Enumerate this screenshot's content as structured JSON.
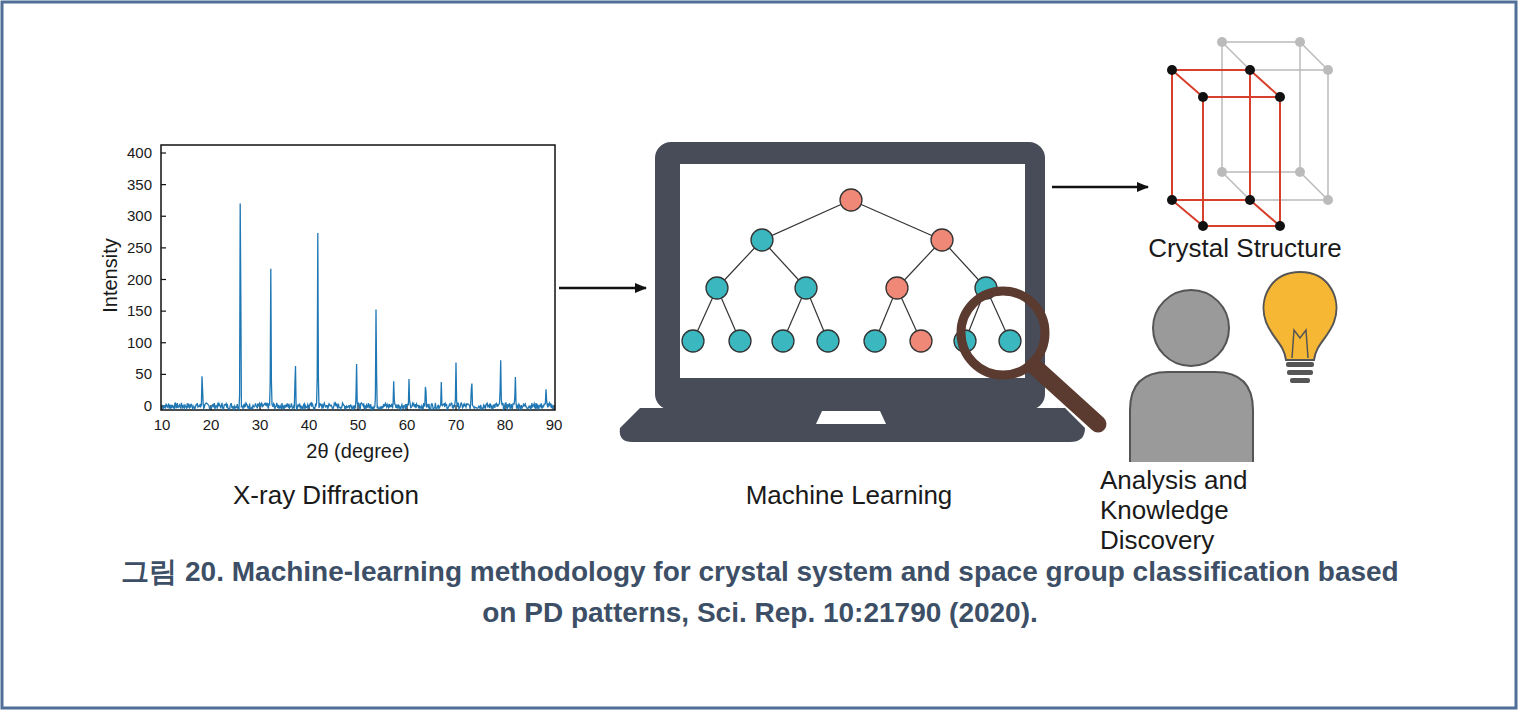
{
  "diagram": {
    "caption": "그림 20. Machine-learning methodology for crystal system and space group classification based on PD patterns, Sci. Rep. 10:21790 (2020).",
    "nodes": [
      {
        "text": [
          "X-ray Diffraction"
        ]
      },
      {
        "text": [
          "Machine Learning"
        ]
      },
      {
        "text": [
          "Crystal Structure"
        ]
      }
    ],
    "edges": [
      {
        "from": 0,
        "to": 1,
        "arrow": "to"
      },
      {
        "from": 1,
        "to": 2,
        "arrow": "to"
      }
    ],
    "labels": [
      "0",
      "50",
      "100",
      "150",
      "200",
      "250",
      "300",
      "350",
      "400",
      "10",
      "20",
      "30",
      "40",
      "50",
      "60",
      "70",
      "80",
      "90",
      "Intensity",
      "2θ (degree)",
      "Analysis and Knowledge Discovery"
    ]
  }
}
